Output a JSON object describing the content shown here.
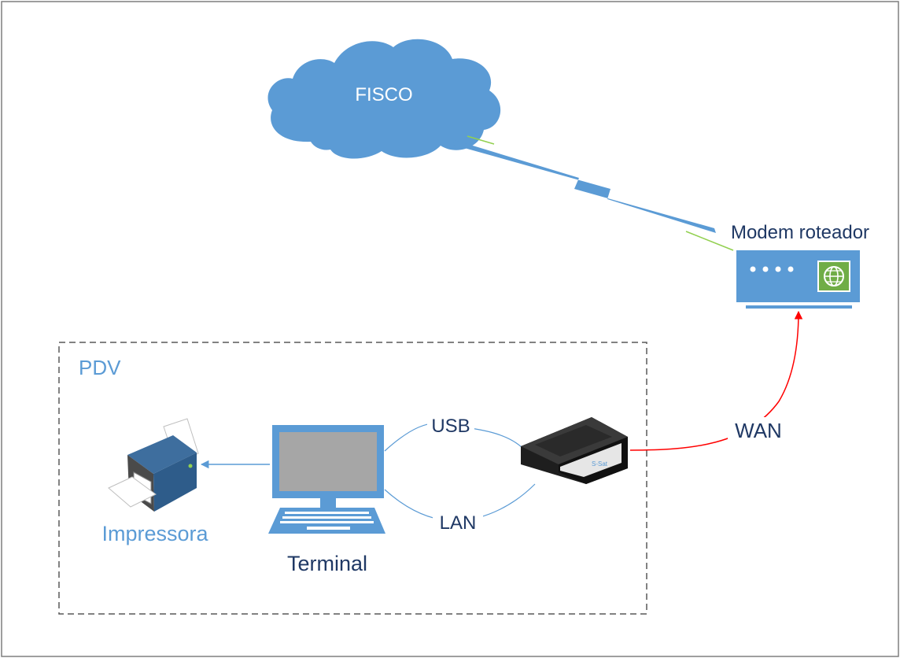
{
  "diagram": {
    "nodes": {
      "cloud": {
        "label": "FISCO"
      },
      "modem": {
        "label": "Modem roteador"
      },
      "group": {
        "label": "PDV"
      },
      "printer": {
        "label": "Impressora"
      },
      "terminal": {
        "label": "Terminal"
      }
    },
    "edges": {
      "usb": {
        "label": "USB"
      },
      "lan": {
        "label": "LAN"
      },
      "wan": {
        "label": "WAN"
      }
    },
    "colors": {
      "primary_blue": "#5b9bd5",
      "wan_red": "#ff0000",
      "group_border": "#595959",
      "text_dark": "#1f3864",
      "globe_green": "#70ad47"
    }
  }
}
